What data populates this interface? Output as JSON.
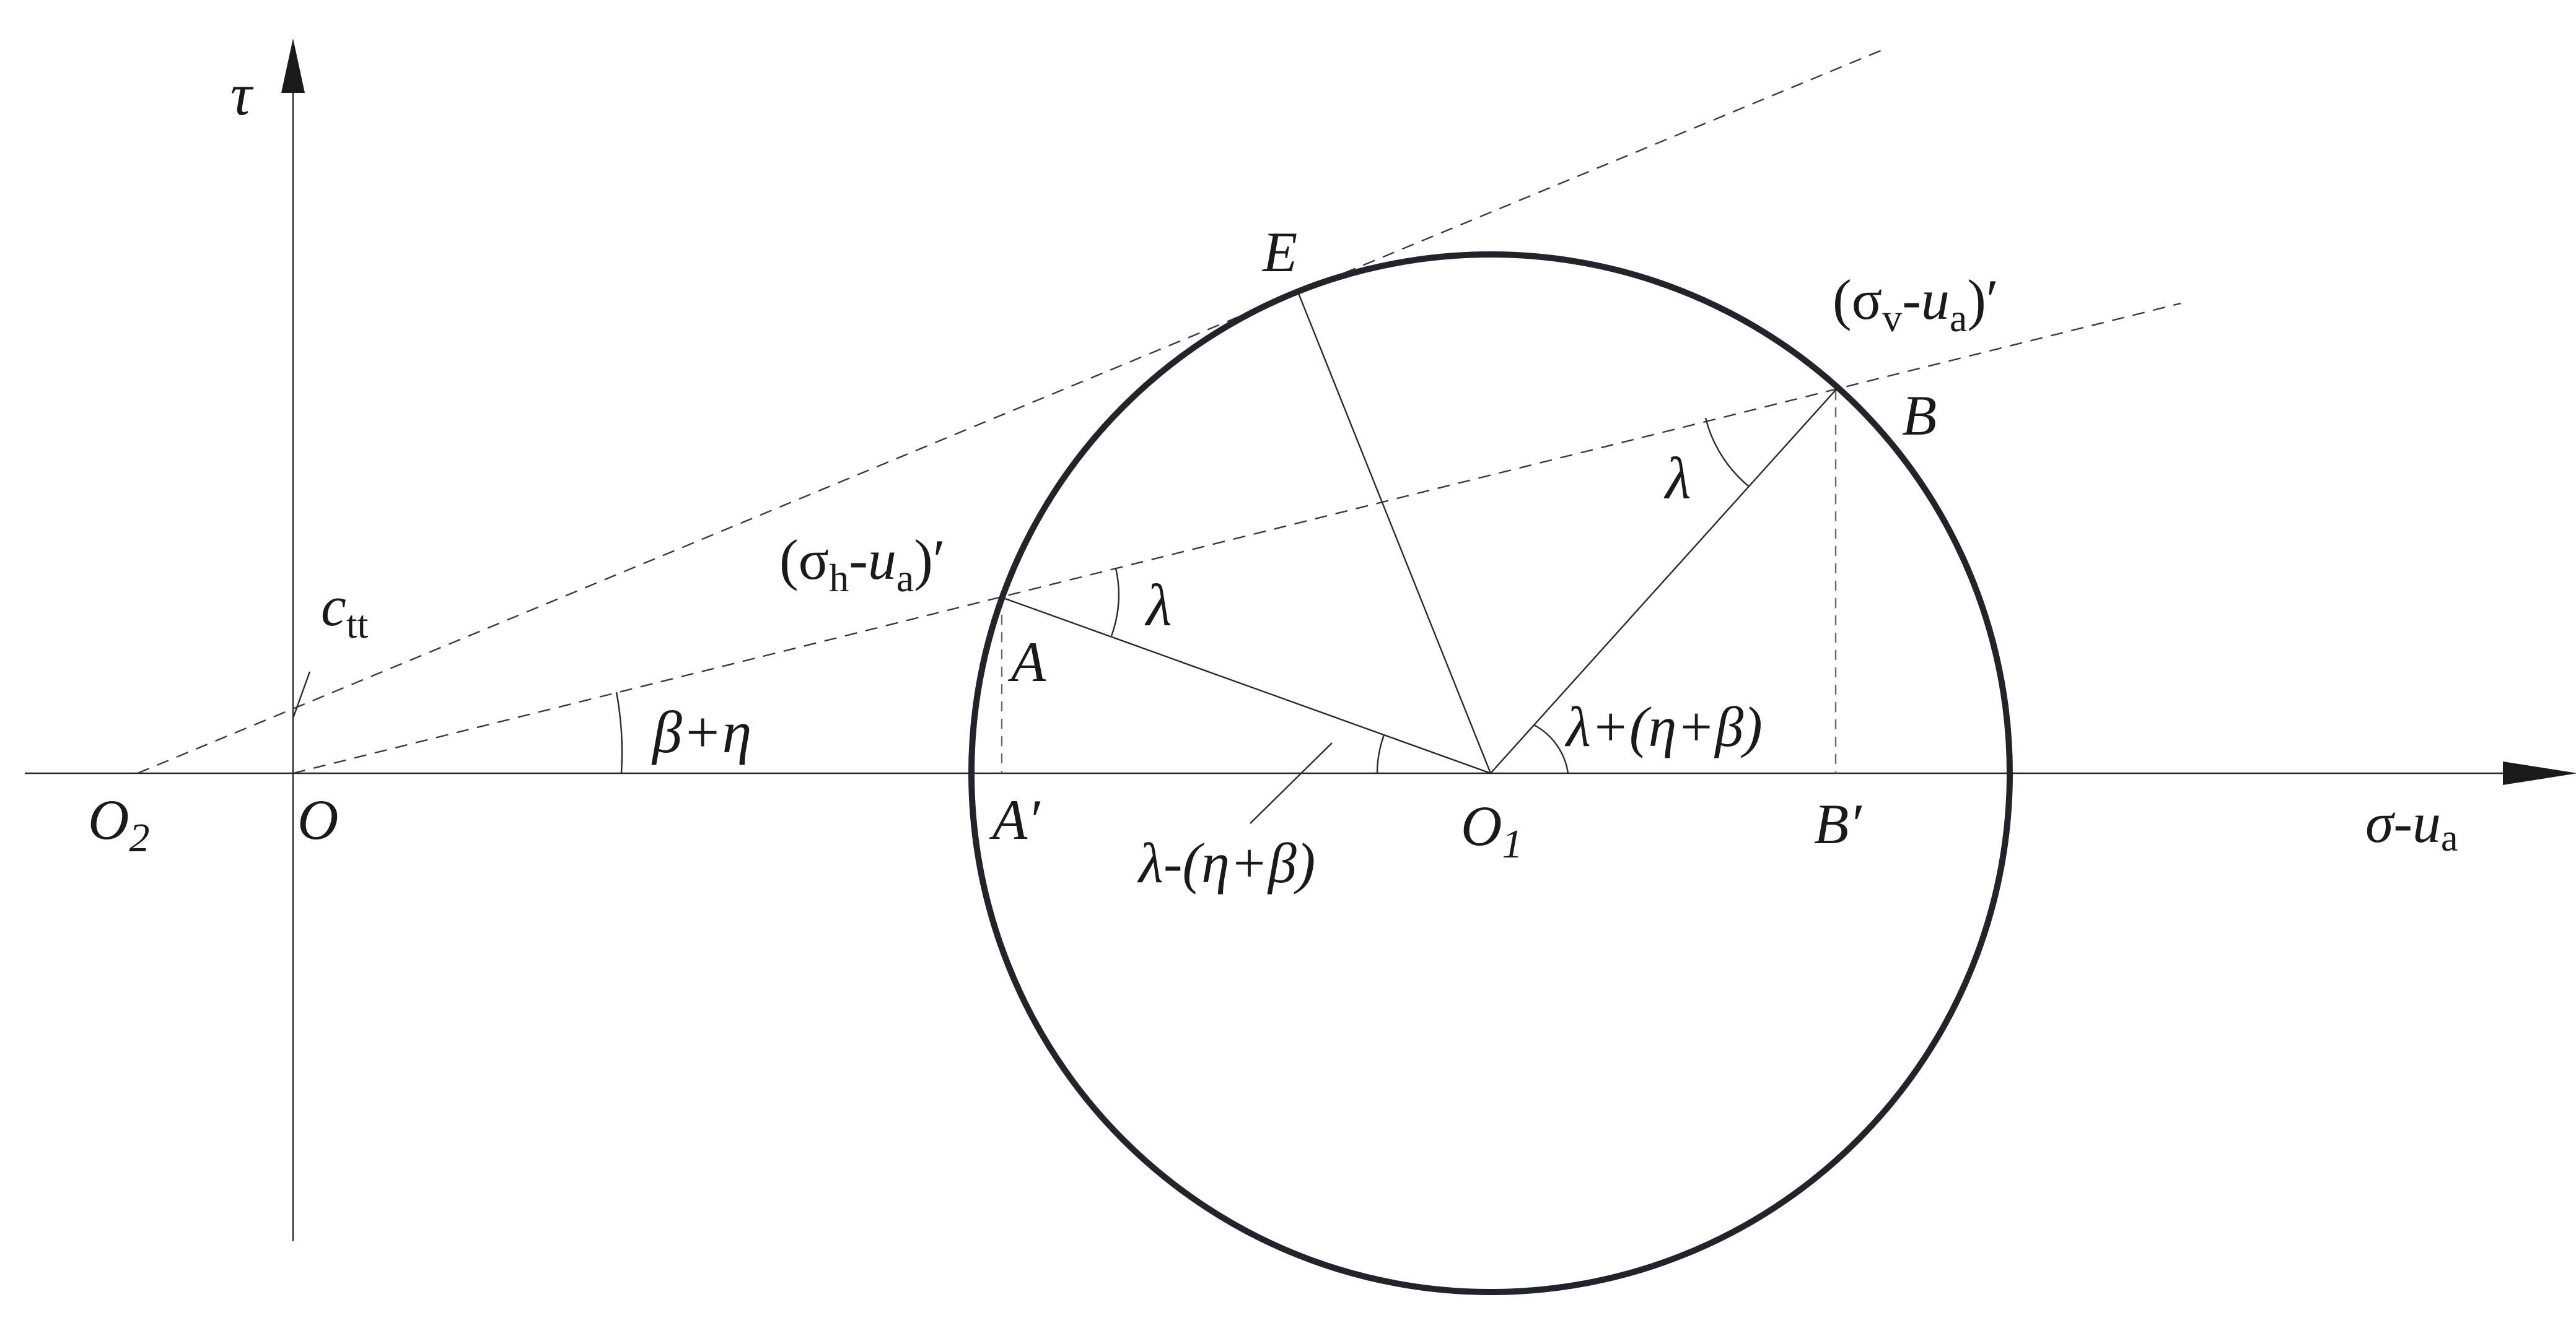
{
  "axes": {
    "y_label": "τ",
    "x_label_main": "σ",
    "x_label_dash": "-",
    "x_label_u": "u",
    "x_label_sub": "a"
  },
  "points": {
    "O2": {
      "base": "O",
      "sub": "2"
    },
    "O": "O",
    "O1": {
      "base": "O",
      "sub": "1"
    },
    "A": "A",
    "A_prime": "A′",
    "B": "B",
    "B_prime": "B′",
    "E": "E"
  },
  "stresses": {
    "h": {
      "open": "(σ",
      "sub1": "h",
      "dash": "-",
      "u": "u",
      "sub2": "a",
      "close": ")′"
    },
    "v": {
      "open": "(σ",
      "sub1": "v",
      "dash": "-",
      "u": "u",
      "sub2": "a",
      "close": ")′"
    }
  },
  "cohesion": {
    "base": "c",
    "sub": "tt"
  },
  "angles": {
    "beta_eta": "β+η",
    "lambda_A": "λ",
    "lambda_B": "λ",
    "lambda_plus": "λ+(η+β)",
    "lambda_minus": "λ-(η+β)"
  }
}
